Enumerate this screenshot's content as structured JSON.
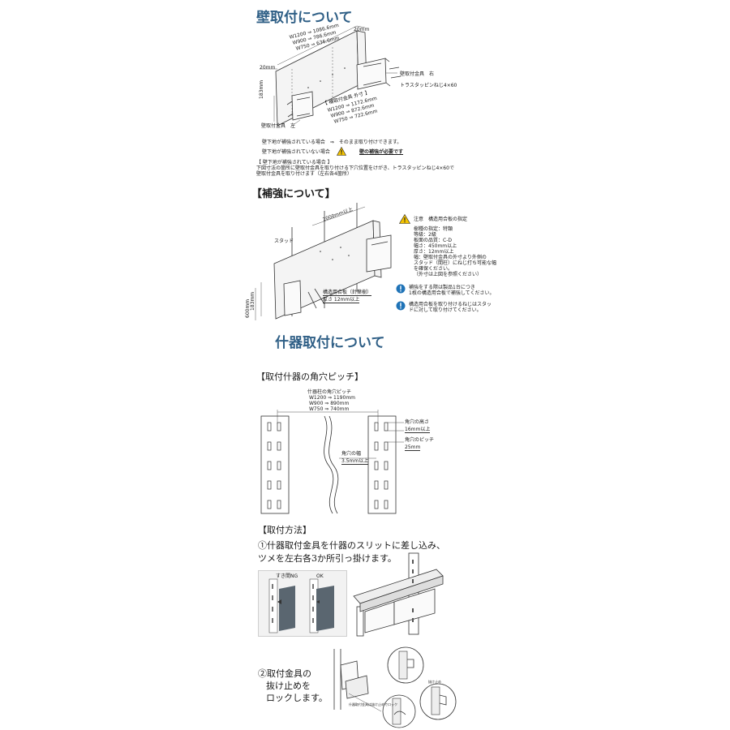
{
  "section1": {
    "title": "壁取付について",
    "dims_top": [
      "W1200 ⇒ 1086.6mm",
      "W900 ⇒ 786.6mm",
      "W750 ⇒ 636.6mm"
    ],
    "dim_20mm_left": "20mm",
    "dim_20mm_right": "20mm",
    "dims_bracket_title": "【 補取付金具 外寸 】",
    "dims_bracket": [
      "W1200 ⇒ 1172.6mm",
      "W900 ⇒ 872.6mm",
      "W750 ⇒ 722.6mm"
    ],
    "dim_height": "183mm",
    "label_right_bracket": "壁取付金具　右",
    "label_screw": "トラスタッピンねじ4×60",
    "label_left_bracket": "壁取付金具　左",
    "note_reinforced": "壁下地が補強されている場合　⇒　そのまま取り付けできます。",
    "note_not_reinforced_a": "壁下地が補強されていない場合",
    "note_not_reinforced_b": "壁の補強が必要です",
    "note2_title": "【 壁下地が補強されている場合 】",
    "note2_line1": "下図寸法の箇所に壁取付金具を取り付ける下穴位置をけがき、トラスタッピンねじ4×60で",
    "note2_line2": "壁取付金具を取り付けます（左右各4箇所）"
  },
  "section2": {
    "title": "【補強について】",
    "dim_top": "2000mm以上",
    "label_stud": "スタッド",
    "label_plywood": "構造用合板（針葉樹）",
    "label_thickness": "厚さ 12mm以上",
    "label_side_a": "183mm",
    "label_side_b": "600mm",
    "caution_title": "注意　構造用合板の指定",
    "caution_lines": [
      "樹種の指定：特類",
      "等級：2級",
      "板面の品質：C-D",
      "幅さ：450mm以上",
      "厚さ：12mm以上",
      "幅：壁取付金具の外寸より外側の",
      "スタッド（間柱）にねじ打ち可能な幅",
      "を確保ください。",
      "（外寸は上図を参照ください）"
    ],
    "info1_lines": [
      "補強をする際は製品1台につき",
      "1枚の構造用合板で補強してください。"
    ],
    "info2_lines": [
      "構造用合板を取り付けるねじはスタッ",
      "ドに対して取り付けてください。"
    ]
  },
  "section3": {
    "title": "什器取付について",
    "sub_title": "【取付什器の角穴ピッチ】",
    "pitch_title": "什器柱の角穴ピッチ",
    "pitch_values": [
      "W1200 ⇒ 1190mm",
      "W900 ⇒ 890mm",
      "W750 ⇒ 740mm"
    ],
    "hole_height_label": "角穴の高さ",
    "hole_height_value": "16mm以上",
    "hole_pitch_label": "角穴のピッチ",
    "hole_pitch_value": "25mm",
    "hole_width_label": "角穴の幅",
    "hole_width_value": "3.5mm以上"
  },
  "section4": {
    "title": "【取付方法】",
    "step1_line1": "①什器取付金具を什器のスリットに差し込み、",
    "step1_line2": "ツメを左右各3か所引っ掛けます。",
    "label_ng": "すき間NG",
    "label_ok": "OK",
    "step2_line1": "②取付金具の",
    "step2_line2": "抜け止めを",
    "step2_line3": "ロックします。",
    "label_lock_small": "什器取付金具は抜け止めでロック",
    "label_detail_small": "抜け止め"
  }
}
